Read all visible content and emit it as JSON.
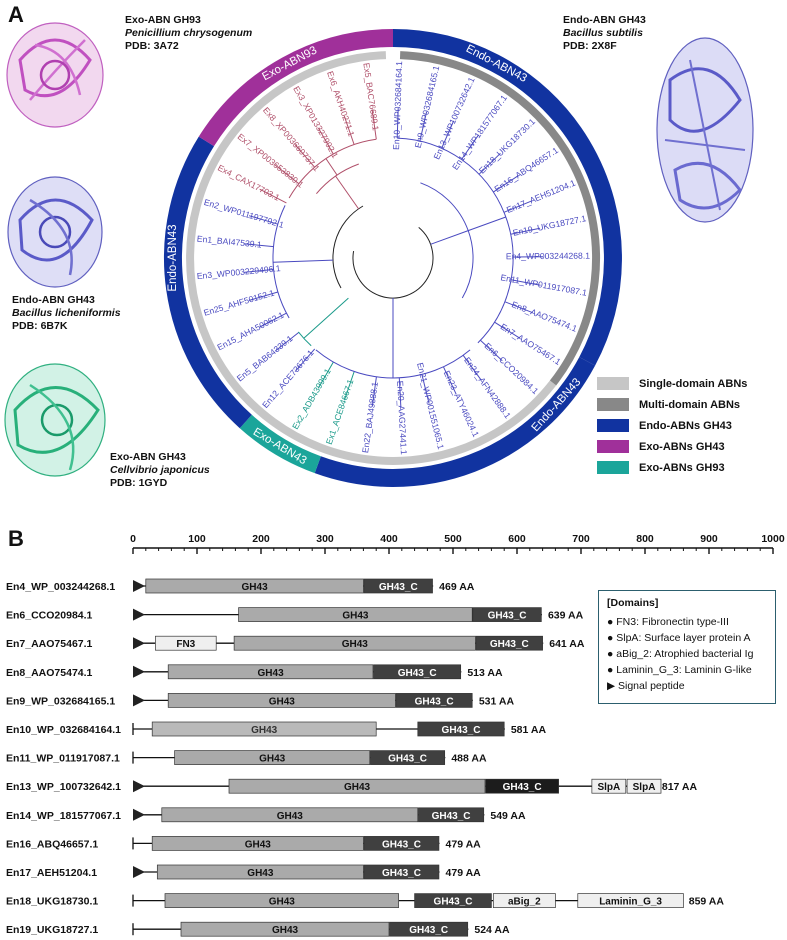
{
  "panel_a": {
    "letter": "A",
    "structures": [
      {
        "enzyme": "Exo-ABN GH93",
        "species": "Penicillium chrysogenum",
        "pdb": "PDB: 3A72"
      },
      {
        "enzyme": "Endo-ABN GH43",
        "species": "Bacillus subtilis",
        "pdb": "PDB: 2X8F"
      },
      {
        "enzyme": "Endo-ABN GH43",
        "species": "Bacillus licheniformis",
        "pdb": "PDB: 6B7K"
      },
      {
        "enzyme": "Exo-ABN GH43",
        "species": "Cellvibrio japonicus",
        "pdb": "PDB: 1GYD"
      }
    ],
    "ring_labels": [
      "Exo-ABN93",
      "Endo-ABN43",
      "Endo-ABN43",
      "Endo-ABN43",
      "Exo-ABN43"
    ],
    "leaves": [
      {
        "label": "Ex5_BAC76689.1",
        "color": "#b0506a"
      },
      {
        "label": "Ex6_AKH40271.1",
        "color": "#b0506a"
      },
      {
        "label": "Ex3_XP013327992.1",
        "color": "#b0506a"
      },
      {
        "label": "Ex8_XP003660737.1",
        "color": "#b0506a"
      },
      {
        "label": "Ex7_XP003653830.1",
        "color": "#b0506a"
      },
      {
        "label": "Ex4_CAX17703.1",
        "color": "#b0506a"
      },
      {
        "label": "En2_WP011197792.1",
        "color": "#4a4ac0"
      },
      {
        "label": "En1_BAI47539.1",
        "color": "#4a4ac0"
      },
      {
        "label": "En3_WP003229496.1",
        "color": "#4a4ac0"
      },
      {
        "label": "En25_AHF50152.1",
        "color": "#4a4ac0"
      },
      {
        "label": "En15_AHA50062.1",
        "color": "#4a4ac0"
      },
      {
        "label": "En5_BAB64339.1",
        "color": "#4a4ac0"
      },
      {
        "label": "En12_ACE73676.1",
        "color": "#4a4ac0"
      },
      {
        "label": "Ex2_ADB43999.1",
        "color": "#1a9a8a"
      },
      {
        "label": "Ex1_ACE84667.1",
        "color": "#1a9a8a"
      },
      {
        "label": "En22_BAJ49888.1",
        "color": "#4a4ac0"
      },
      {
        "label": "En20_AAG27441.1",
        "color": "#4a4ac0"
      },
      {
        "label": "En21_WP001551065.1",
        "color": "#4a4ac0"
      },
      {
        "label": "En23_ATY46024.1",
        "color": "#4a4ac0"
      },
      {
        "label": "En24_AFN42888.1",
        "color": "#4a4ac0"
      },
      {
        "label": "En6_CCO20984.1",
        "color": "#4a4ac0"
      },
      {
        "label": "En7_AAO75467.1",
        "color": "#4a4ac0"
      },
      {
        "label": "En8_AAO75474.1",
        "color": "#4a4ac0"
      },
      {
        "label": "En11_WP011917087.1",
        "color": "#4a4ac0"
      },
      {
        "label": "En4_WP003244268.1",
        "color": "#4a4ac0"
      },
      {
        "label": "En19_UKG18727.1",
        "color": "#4a4ac0"
      },
      {
        "label": "En17_AEH51204.1",
        "color": "#4a4ac0"
      },
      {
        "label": "En16_ABQ46657.1",
        "color": "#4a4ac0"
      },
      {
        "label": "En18_UKG18730.1",
        "color": "#4a4ac0"
      },
      {
        "label": "En14_WP181577067.1",
        "color": "#4a4ac0"
      },
      {
        "label": "En13_WP100732642.1",
        "color": "#4a4ac0"
      },
      {
        "label": "En9_WP032684165.1",
        "color": "#4a4ac0"
      },
      {
        "label": "En10_WP032684164.1",
        "color": "#4a4ac0"
      }
    ],
    "legend": [
      {
        "label": "Single-domain ABNs",
        "color": "#c6c6c6"
      },
      {
        "label": "Multi-domain ABNs",
        "color": "#888888"
      },
      {
        "label": "Endo-ABNs GH43",
        "color": "#1133a0"
      },
      {
        "label": "Exo-ABNs GH43",
        "color": "#a0309a"
      },
      {
        "label": "Exo-ABNs GH93",
        "color": "#1ba59a"
      }
    ]
  },
  "panel_b": {
    "letter": "B",
    "axis_ticks": [
      "0",
      "100",
      "200",
      "300",
      "400",
      "500",
      "600",
      "700",
      "800",
      "900",
      "1000"
    ],
    "domain_legend": {
      "header": "[Domains]",
      "items": [
        "● FN3: Fibronectin type-III",
        "● SlpA: Surface layer protein A",
        "● aBig_2: Atrophied bacterial Ig",
        "● Laminin_G_3: Laminin G-like",
        "▶  Signal peptide"
      ]
    },
    "proteins": [
      {
        "name": "En4_WP_003244268.1",
        "length": 469,
        "length_label": "469 AA",
        "signal": true,
        "domains": [
          {
            "label": "GH43",
            "start": 20,
            "end": 360,
            "type": "gh43"
          },
          {
            "label": "GH43_C",
            "start": 361,
            "end": 468,
            "type": "gh43c"
          }
        ]
      },
      {
        "name": "En6_CCO20984.1",
        "length": 639,
        "length_label": "639 AA",
        "signal": true,
        "domains": [
          {
            "label": "GH43",
            "start": 165,
            "end": 530,
            "type": "gh43"
          },
          {
            "label": "GH43_C",
            "start": 531,
            "end": 638,
            "type": "gh43c"
          }
        ]
      },
      {
        "name": "En7_AAO75467.1",
        "length": 641,
        "length_label": "641 AA",
        "signal": true,
        "domains": [
          {
            "label": "FN3",
            "start": 35,
            "end": 130,
            "type": "extra"
          },
          {
            "label": "GH43",
            "start": 158,
            "end": 535,
            "type": "gh43"
          },
          {
            "label": "GH43_C",
            "start": 536,
            "end": 640,
            "type": "gh43c"
          }
        ]
      },
      {
        "name": "En8_AAO75474.1",
        "length": 513,
        "length_label": "513 AA",
        "signal": true,
        "domains": [
          {
            "label": "GH43",
            "start": 55,
            "end": 375,
            "type": "gh43"
          },
          {
            "label": "GH43_C",
            "start": 376,
            "end": 512,
            "type": "gh43c"
          }
        ]
      },
      {
        "name": "En9_WP_032684165.1",
        "length": 531,
        "length_label": "531 AA",
        "signal": true,
        "domains": [
          {
            "label": "GH43",
            "start": 55,
            "end": 410,
            "type": "gh43"
          },
          {
            "label": "GH43_C",
            "start": 411,
            "end": 530,
            "type": "gh43c"
          }
        ]
      },
      {
        "name": "En10_WP_032684164.1",
        "length": 581,
        "length_label": "581 AA",
        "signal": false,
        "domains": [
          {
            "label": "GH43",
            "start": 30,
            "end": 380,
            "type": "gh43light"
          },
          {
            "label": "GH43_C",
            "start": 445,
            "end": 580,
            "type": "gh43c"
          }
        ]
      },
      {
        "name": "En11_WP_011917087.1",
        "length": 488,
        "length_label": "488 AA",
        "signal": false,
        "domains": [
          {
            "label": "GH43",
            "start": 65,
            "end": 370,
            "type": "gh43"
          },
          {
            "label": "GH43_C",
            "start": 371,
            "end": 487,
            "type": "gh43c"
          }
        ]
      },
      {
        "name": "En13_WP_100732642.1",
        "length": 817,
        "length_label": "817 AA",
        "signal": true,
        "domains": [
          {
            "label": "GH43",
            "start": 150,
            "end": 550,
            "type": "gh43"
          },
          {
            "label": "GH43_C",
            "start": 551,
            "end": 665,
            "type": "gh43black"
          },
          {
            "label": "SlpA",
            "start": 717,
            "end": 770,
            "type": "extra"
          },
          {
            "label": "SlpA",
            "start": 772,
            "end": 825,
            "type": "extra"
          }
        ]
      },
      {
        "name": "En14_WP_181577067.1",
        "length": 549,
        "length_label": "549 AA",
        "signal": true,
        "domains": [
          {
            "label": "GH43",
            "start": 45,
            "end": 445,
            "type": "gh43"
          },
          {
            "label": "GH43_C",
            "start": 446,
            "end": 548,
            "type": "gh43c"
          }
        ]
      },
      {
        "name": "En16_ABQ46657.1",
        "length": 479,
        "length_label": "479 AA",
        "signal": false,
        "domains": [
          {
            "label": "GH43",
            "start": 30,
            "end": 360,
            "type": "gh43"
          },
          {
            "label": "GH43_C",
            "start": 361,
            "end": 478,
            "type": "gh43c"
          }
        ]
      },
      {
        "name": "En17_AEH51204.1",
        "length": 479,
        "length_label": "479 AA",
        "signal": true,
        "domains": [
          {
            "label": "GH43",
            "start": 38,
            "end": 360,
            "type": "gh43"
          },
          {
            "label": "GH43_C",
            "start": 361,
            "end": 478,
            "type": "gh43c"
          }
        ]
      },
      {
        "name": "En18_UKG18730.1",
        "length": 859,
        "length_label": "859 AA",
        "signal": false,
        "domains": [
          {
            "label": "GH43",
            "start": 50,
            "end": 415,
            "type": "gh43"
          },
          {
            "label": "GH43_C",
            "start": 440,
            "end": 560,
            "type": "gh43c"
          },
          {
            "label": "aBig_2",
            "start": 563,
            "end": 660,
            "type": "extra"
          },
          {
            "label": "Laminin_G_3",
            "start": 695,
            "end": 860,
            "type": "extra"
          }
        ]
      },
      {
        "name": "En19_UKG18727.1",
        "length": 524,
        "length_label": "524 AA",
        "signal": false,
        "domains": [
          {
            "label": "GH43",
            "start": 75,
            "end": 400,
            "type": "gh43"
          },
          {
            "label": "GH43_C",
            "start": 401,
            "end": 523,
            "type": "gh43c"
          }
        ]
      }
    ]
  }
}
